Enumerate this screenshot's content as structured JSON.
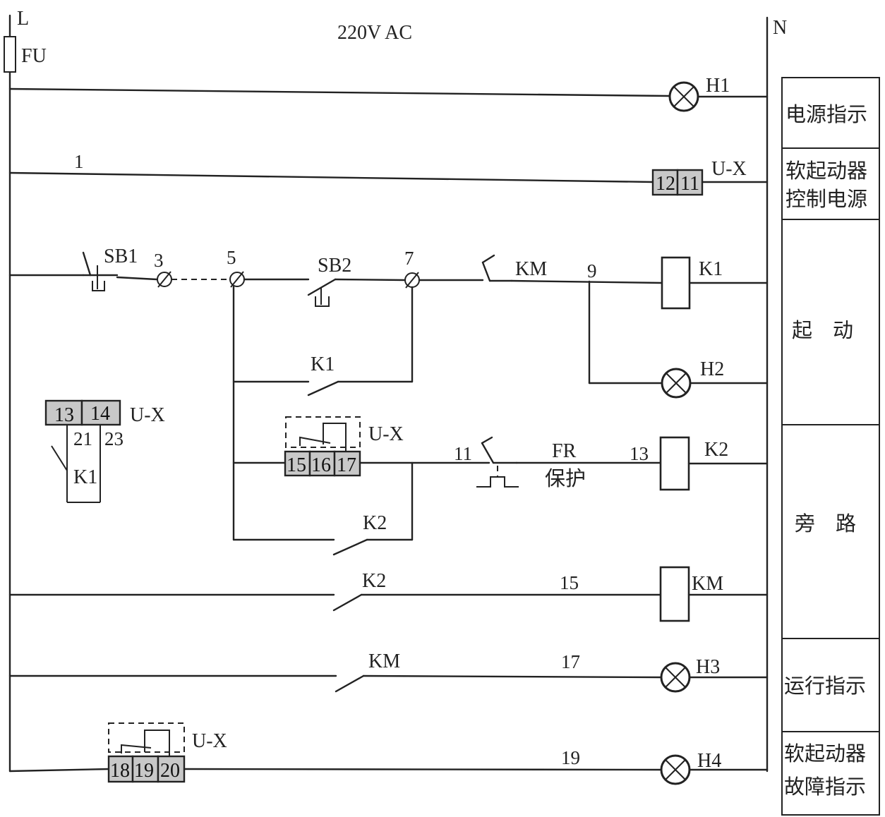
{
  "supply": {
    "phase_label": "L",
    "neutral_label": "N",
    "voltage_label": "220V AC",
    "fuse_label": "FU"
  },
  "nodes": {
    "n1": "1",
    "n3": "3",
    "n5": "5",
    "n7": "7",
    "n9": "9",
    "n11": "11",
    "n13": "13",
    "n15": "15",
    "n17": "17",
    "n19": "19",
    "n21": "21",
    "n23": "23"
  },
  "components": {
    "h1": "H1",
    "h2": "H2",
    "h3": "H3",
    "h4": "H4",
    "k1": "K1",
    "k2": "K2",
    "km": "KM",
    "sb1": "SB1",
    "sb2": "SB2",
    "ux": "U-X",
    "fr": "FR",
    "fr_note": "保护"
  },
  "terminals": {
    "t12": "12",
    "t11": "11",
    "t13": "13",
    "t14": "14",
    "t15": "15",
    "t16": "16",
    "t17": "17",
    "t18": "18",
    "t19": "19",
    "t20": "20"
  },
  "sections": {
    "power_indicator": "电源指示",
    "softstarter_power_1": "软起动器",
    "softstarter_power_2": "控制电源",
    "start": "起　动",
    "bypass": "旁　路",
    "run_indicator": "运行指示",
    "fault_1": "软起动器",
    "fault_2": "故障指示"
  }
}
